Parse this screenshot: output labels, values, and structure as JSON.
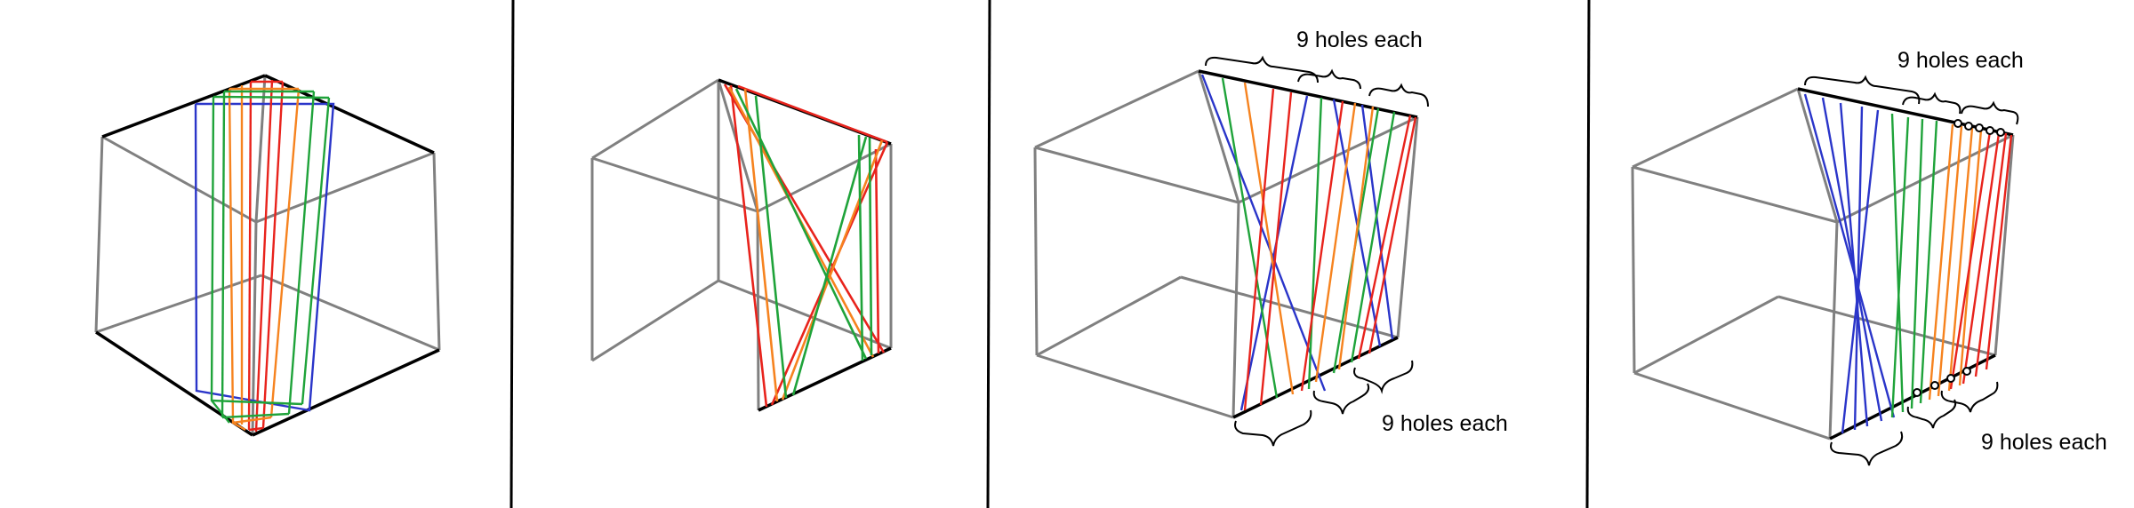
{
  "panels": [
    {
      "id": "panel-1"
    },
    {
      "id": "panel-2"
    },
    {
      "id": "panel-3",
      "top_label": "9 holes each",
      "bottom_label": "9 holes each"
    },
    {
      "id": "panel-4",
      "top_label": "9 holes each",
      "bottom_label": "9 holes each"
    }
  ],
  "colors": {
    "cube_edge": "#808080",
    "bold_edge": "#000000",
    "divider": "#000000",
    "red": "#e8231c",
    "orange": "#f6831f",
    "green": "#1fa33a",
    "blue": "#2a35c9"
  }
}
